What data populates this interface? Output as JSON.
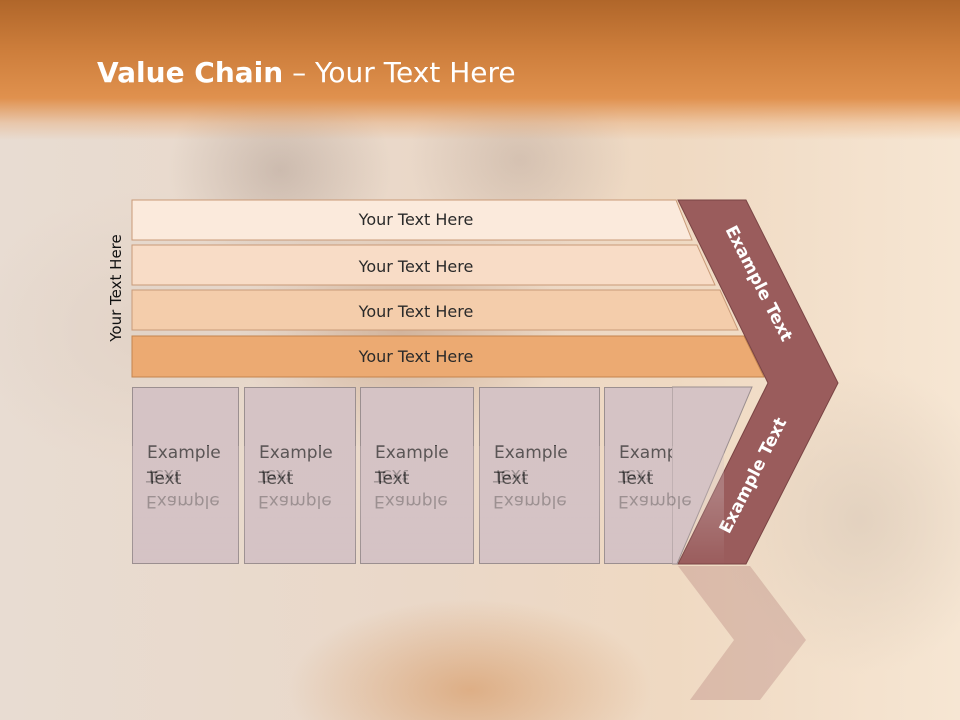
{
  "slide": {
    "title_bold": "Value Chain",
    "title_rest": " – Your Text Here"
  },
  "side_label": "Your Text Here",
  "support_bars": [
    {
      "label": "Your Text Here",
      "color": "#fbeadc"
    },
    {
      "label": "Your Text Here",
      "color": "#f8dcc6"
    },
    {
      "label": "Your Text Here",
      "color": "#f4cdab"
    },
    {
      "label": "Your Text Here",
      "color": "#ecaa72"
    }
  ],
  "primary_boxes": [
    {
      "label": "Example\nText"
    },
    {
      "label": "Example\nText"
    },
    {
      "label": "Example\nText"
    },
    {
      "label": "Example\nText"
    },
    {
      "label": "Example\nText"
    }
  ],
  "chevron": {
    "top_label": "Example Text",
    "bottom_label": "Example Text",
    "color": "#9a5c5c"
  },
  "colors": {
    "header": "#cc7d3b",
    "box_fill": "#d5c3c5"
  }
}
